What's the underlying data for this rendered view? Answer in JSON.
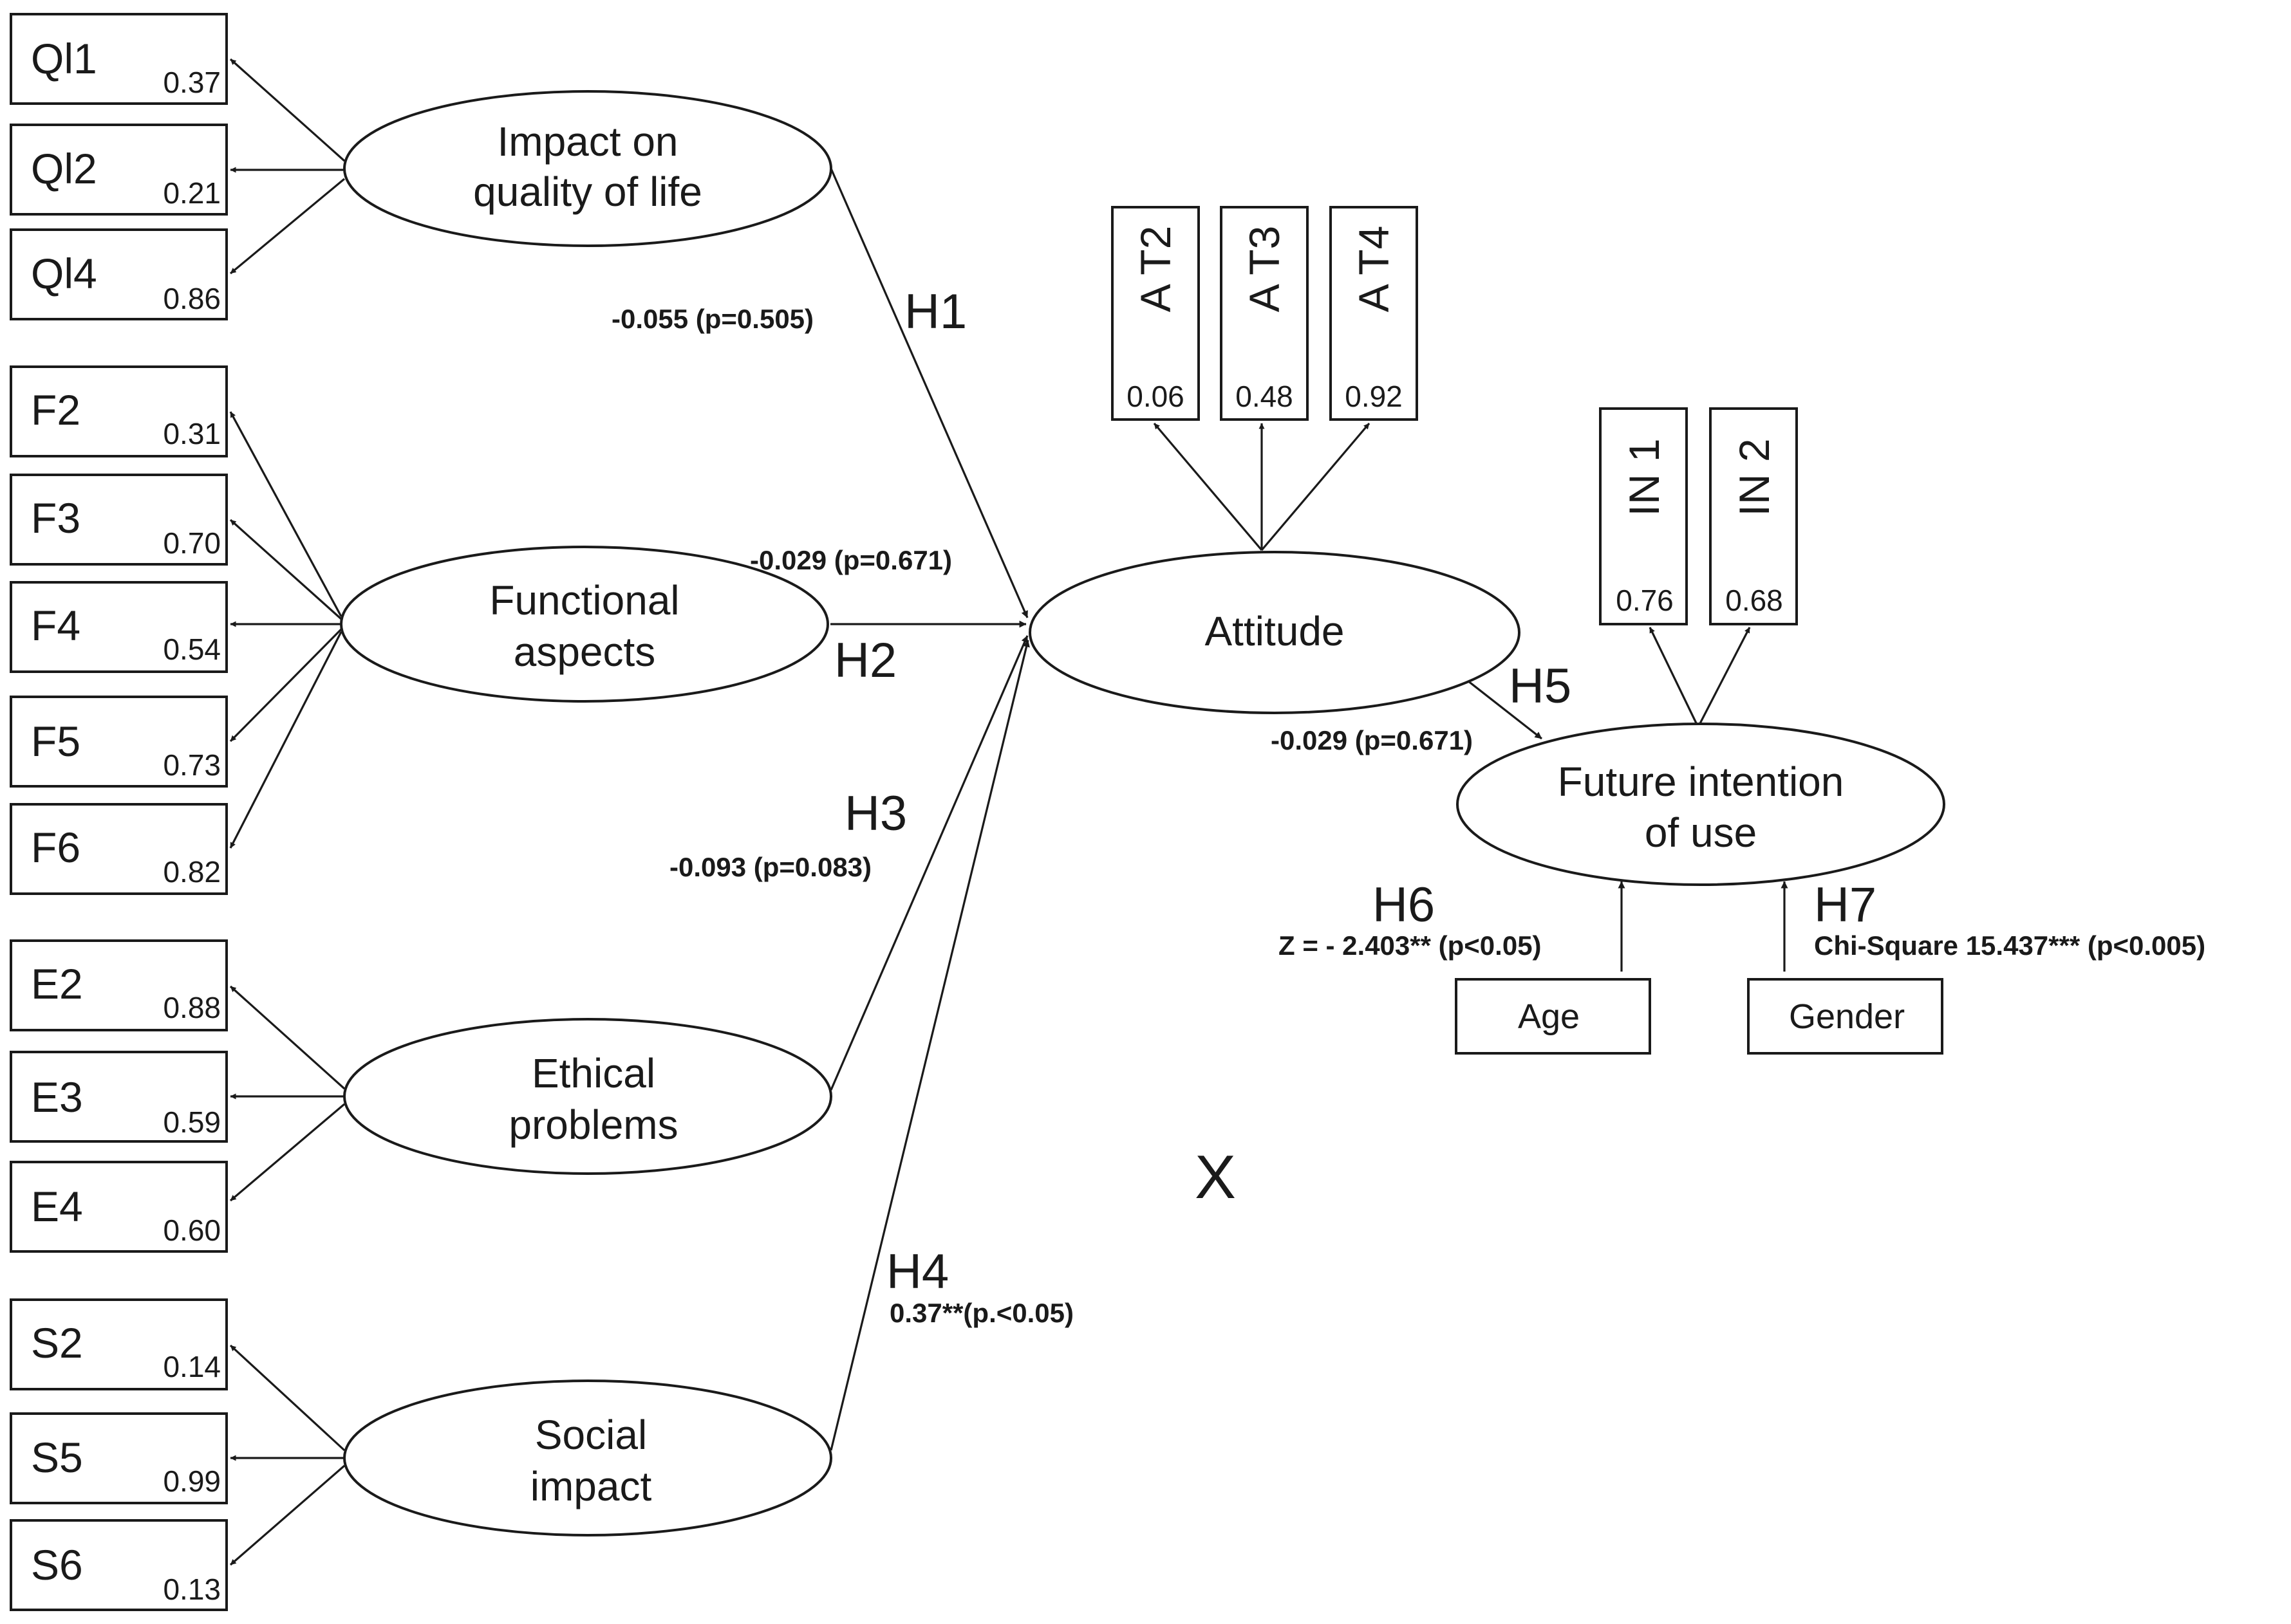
{
  "colors": {
    "ink": "#1a1a1a",
    "background": "#ffffff"
  },
  "indicators": {
    "ql1": {
      "code": "Ql1",
      "loading": "0.37"
    },
    "ql2": {
      "code": "Ql2",
      "loading": "0.21"
    },
    "ql4": {
      "code": "Ql4",
      "loading": "0.86"
    },
    "f2": {
      "code": "F2",
      "loading": "0.31"
    },
    "f3": {
      "code": "F3",
      "loading": "0.70"
    },
    "f4": {
      "code": "F4",
      "loading": "0.54"
    },
    "f5": {
      "code": "F5",
      "loading": "0.73"
    },
    "f6": {
      "code": "F6",
      "loading": "0.82"
    },
    "e2": {
      "code": "E2",
      "loading": "0.88"
    },
    "e3": {
      "code": "E3",
      "loading": "0.59"
    },
    "e4": {
      "code": "E4",
      "loading": "0.60"
    },
    "s2": {
      "code": "S2",
      "loading": "0.14"
    },
    "s5": {
      "code": "S5",
      "loading": "0.99"
    },
    "s6": {
      "code": "S6",
      "loading": "0.13"
    },
    "at2": {
      "code": "A T2",
      "loading": "0.06"
    },
    "at3": {
      "code": "A T3",
      "loading": "0.48"
    },
    "at4": {
      "code": "A T4",
      "loading": "0.92"
    },
    "in1": {
      "code": "IN 1",
      "loading": "0.76"
    },
    "in2": {
      "code": "IN 2",
      "loading": "0.68"
    }
  },
  "constructs": {
    "quality": {
      "line1": "Impact on",
      "line2": "quality of life"
    },
    "functional": {
      "line1": "Functional",
      "line2": "aspects"
    },
    "ethical": {
      "line1": "Ethical",
      "line2": "problems"
    },
    "social": {
      "line1": "Social",
      "line2": "impact"
    },
    "attitude": {
      "line1": "Attitude"
    },
    "intention": {
      "line1": "Future intention",
      "line2": "of use"
    }
  },
  "covariates": {
    "age": "Age",
    "gender": "Gender"
  },
  "hypotheses": {
    "h1": {
      "label": "H1",
      "estimate": "-0.055 (p=0.505)"
    },
    "h2": {
      "label": "H2",
      "estimate": "-0.029 (p=0.671)"
    },
    "h3": {
      "label": "H3",
      "estimate": "-0.093 (p=0.083)"
    },
    "h4": {
      "label": "H4",
      "estimate": "0.37**(p.<0.05)"
    },
    "h5": {
      "label": "H5",
      "estimate": "-0.029 (p=0.671)"
    },
    "h6": {
      "label": "H6",
      "estimate": "Z = - 2.403** (p<0.05)"
    },
    "h7": {
      "label": "H7",
      "estimate": "Chi-Square 15.437*** (p<0.005)"
    }
  },
  "marker": "X"
}
